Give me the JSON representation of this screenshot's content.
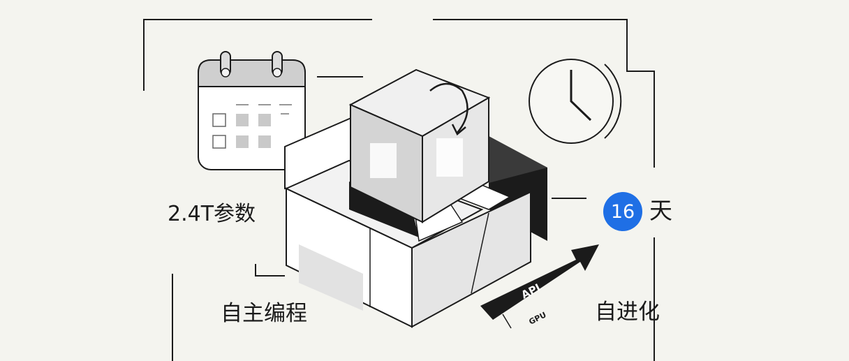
{
  "labels": {
    "params": "2.4T参数",
    "auto_programming": "自主编程",
    "self_evolution": "自进化",
    "days_value": "16",
    "days_unit": "天"
  },
  "arrow": {
    "api_text": "API",
    "gpu_text": "GPU"
  },
  "colors": {
    "background": "#f4f4ef",
    "line": "#1b1b1b",
    "accent_badge": "#1f6fe5"
  },
  "icons": [
    "calendar-icon",
    "clock-icon",
    "rotate-arrow-icon",
    "cube-icon",
    "box-icon",
    "arrow-icon"
  ]
}
